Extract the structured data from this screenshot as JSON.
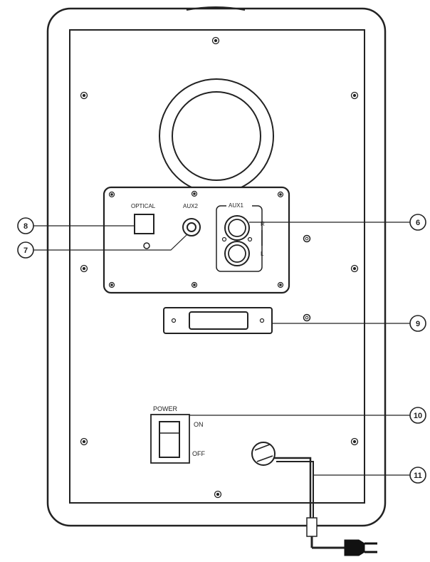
{
  "panel": {
    "optical_label": "OPTICAL",
    "aux2_label": "AUX2",
    "aux1_label": "AUX1",
    "r_label": "R",
    "l_label": "L"
  },
  "power": {
    "title": "POWER",
    "on_label": "ON",
    "off_label": "OFF"
  },
  "callouts": {
    "c6": "6",
    "c7": "7",
    "c8": "8",
    "c9": "9",
    "c10": "10",
    "c11": "11"
  },
  "colors": {
    "line": "#222222",
    "fill_light": "#f2f2f2",
    "background": "#ffffff"
  }
}
